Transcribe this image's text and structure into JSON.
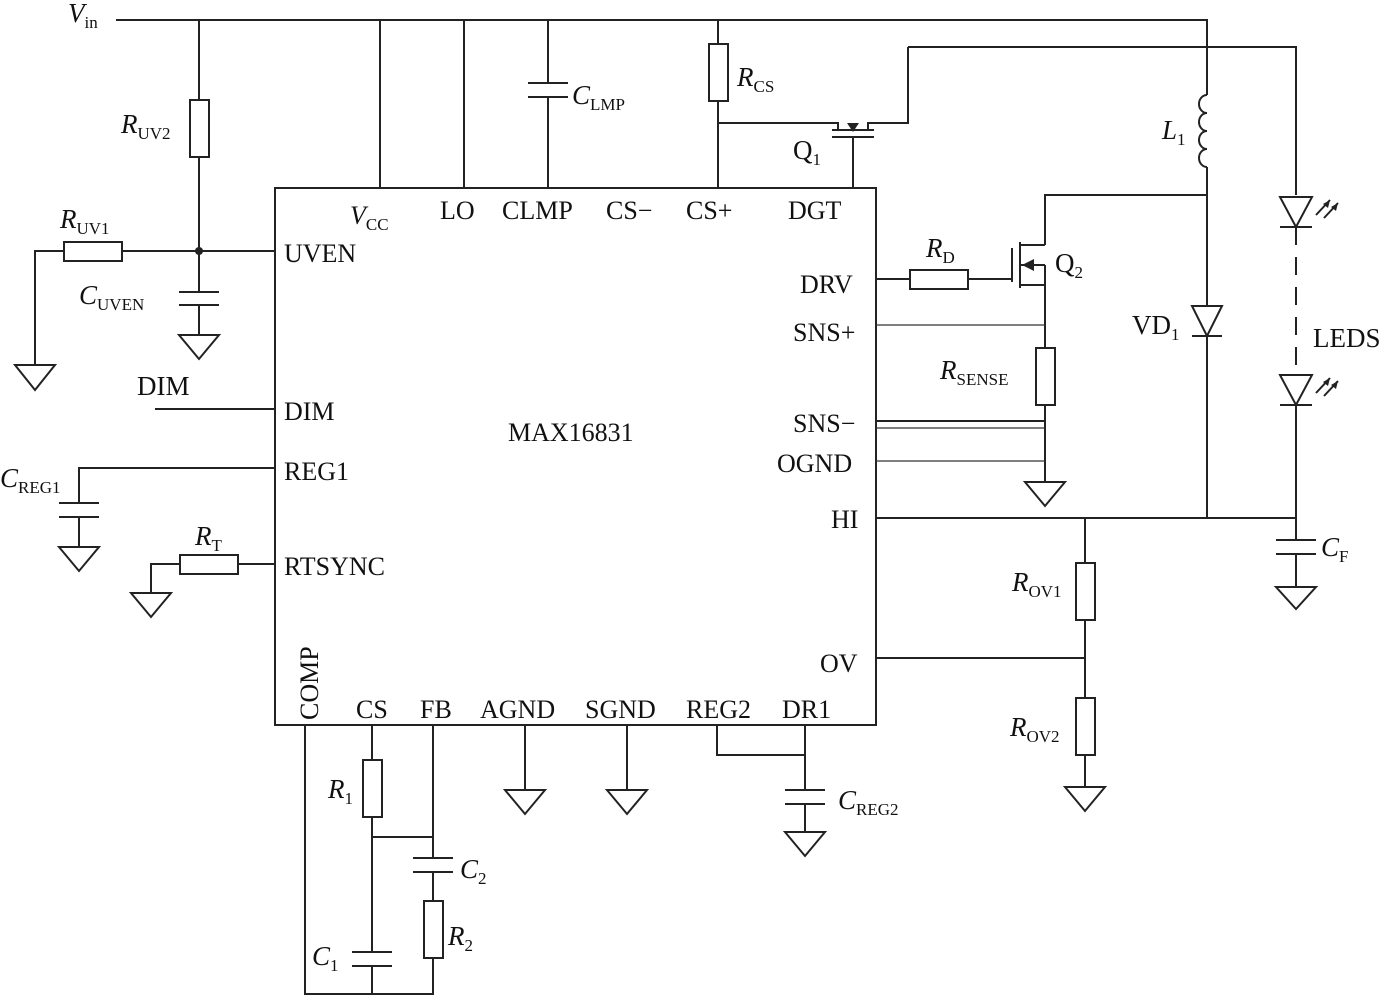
{
  "chip": {
    "name": "MAX16831",
    "pins_top": [
      "V",
      "LO",
      "CLMP",
      "CS−",
      "CS+",
      "DGT"
    ],
    "vcc_sub": "CC",
    "pins_left": [
      "UVEN",
      "DIM",
      "REG1",
      "RTSYNC"
    ],
    "pins_right": [
      "DRV",
      "SNS+",
      "SNS−",
      "OGND",
      "HI",
      "OV"
    ],
    "pins_bottom": [
      "COMP",
      "CS",
      "FB",
      "AGND",
      "SGND",
      "REG2",
      "DR1"
    ]
  },
  "labels": {
    "vin": {
      "main": "V",
      "sub": "in"
    },
    "ruv2": {
      "main": "R",
      "sub": "UV2"
    },
    "ruv1": {
      "main": "R",
      "sub": "UV1"
    },
    "cuven": {
      "main": "C",
      "sub": "UVEN"
    },
    "dim": "DIM",
    "creg1": {
      "main": "C",
      "sub": "REG1"
    },
    "rt": {
      "main": "R",
      "sub": "T"
    },
    "clmp": {
      "main": "C",
      "sub": "LMP"
    },
    "rcs": {
      "main": "R",
      "sub": "CS"
    },
    "q1": {
      "main": "Q",
      "sub": "1"
    },
    "l1": {
      "main": "L",
      "sub": "1"
    },
    "rd": {
      "main": "R",
      "sub": "D"
    },
    "q2": {
      "main": "Q",
      "sub": "2"
    },
    "rsense": {
      "main": "R",
      "sub": "SENSE"
    },
    "vd1": {
      "main": "VD",
      "sub": "1"
    },
    "leds": "LEDS",
    "cf": {
      "main": "C",
      "sub": "F"
    },
    "rov1": {
      "main": "R",
      "sub": "OV1"
    },
    "rov2": {
      "main": "R",
      "sub": "OV2"
    },
    "creg2": {
      "main": "C",
      "sub": "REG2"
    },
    "r1": {
      "main": "R",
      "sub": "1"
    },
    "c2": {
      "main": "C",
      "sub": "2"
    },
    "r2": {
      "main": "R",
      "sub": "2"
    },
    "c1": {
      "main": "C",
      "sub": "1"
    }
  }
}
